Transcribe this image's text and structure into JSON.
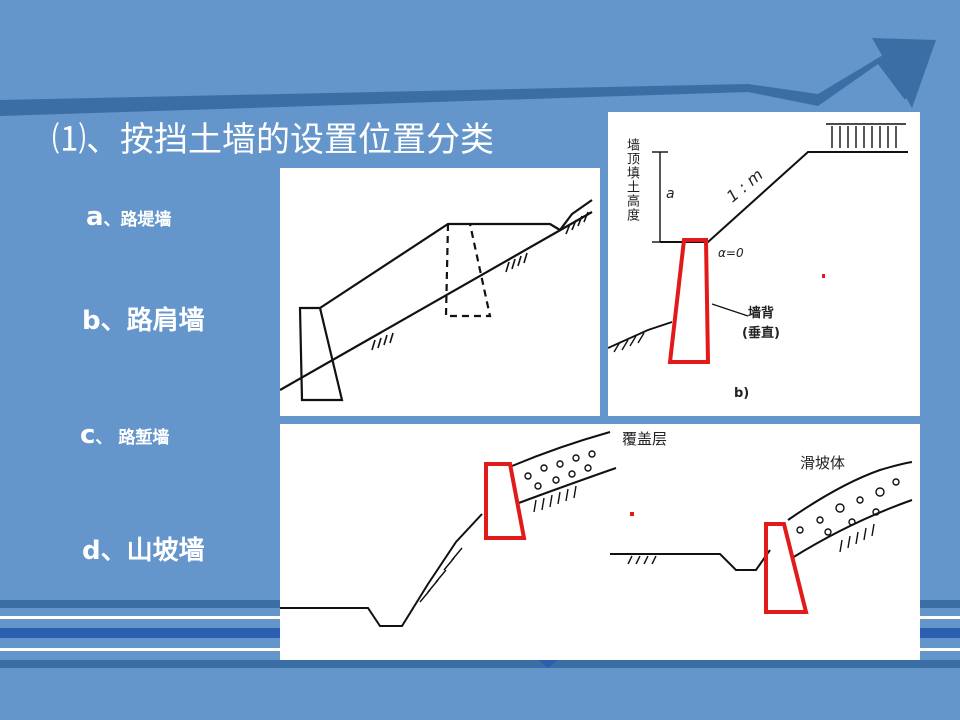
{
  "slide": {
    "title": "⑴、按挡土墙的设置位置分类",
    "items": [
      {
        "letter": "a",
        "text": "、路堤墙"
      },
      {
        "letter": "b",
        "text": "、路肩墙"
      },
      {
        "letter": "c",
        "text": "、 路堑墙"
      },
      {
        "letter": "d",
        "text": "、山坡墙"
      }
    ]
  },
  "diagram_b": {
    "vertical_label": "墙顶填土高度",
    "dim_letter": "a",
    "slope": "1 : m",
    "alpha": "α=0",
    "wall_back": "墙背",
    "wall_back_note": "(垂直)",
    "fig_label": "b)"
  },
  "diagram_cd": {
    "cover_layer": "覆盖层",
    "slide_body": "滑坡体"
  },
  "colors": {
    "background": "#6496cb",
    "arrow": "#3a6ea5",
    "wall_red": "#e31a1a"
  }
}
